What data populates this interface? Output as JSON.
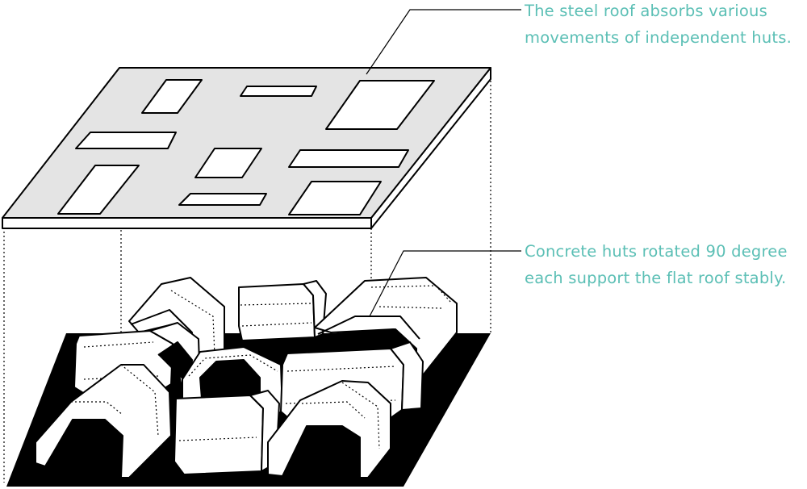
{
  "annotations": {
    "roof": {
      "line1": "The steel roof absorbs various",
      "line2": "movements of independent huts."
    },
    "huts": {
      "line1": "Concrete huts rotated 90 degree",
      "line2": "each support the flat roof stably."
    }
  },
  "colors": {
    "annotation_text": "#5bbfb5",
    "roof_fill": "#e4e4e4",
    "ground_fill": "#000000",
    "hut_fill": "#ffffff",
    "outline": "#000000"
  }
}
